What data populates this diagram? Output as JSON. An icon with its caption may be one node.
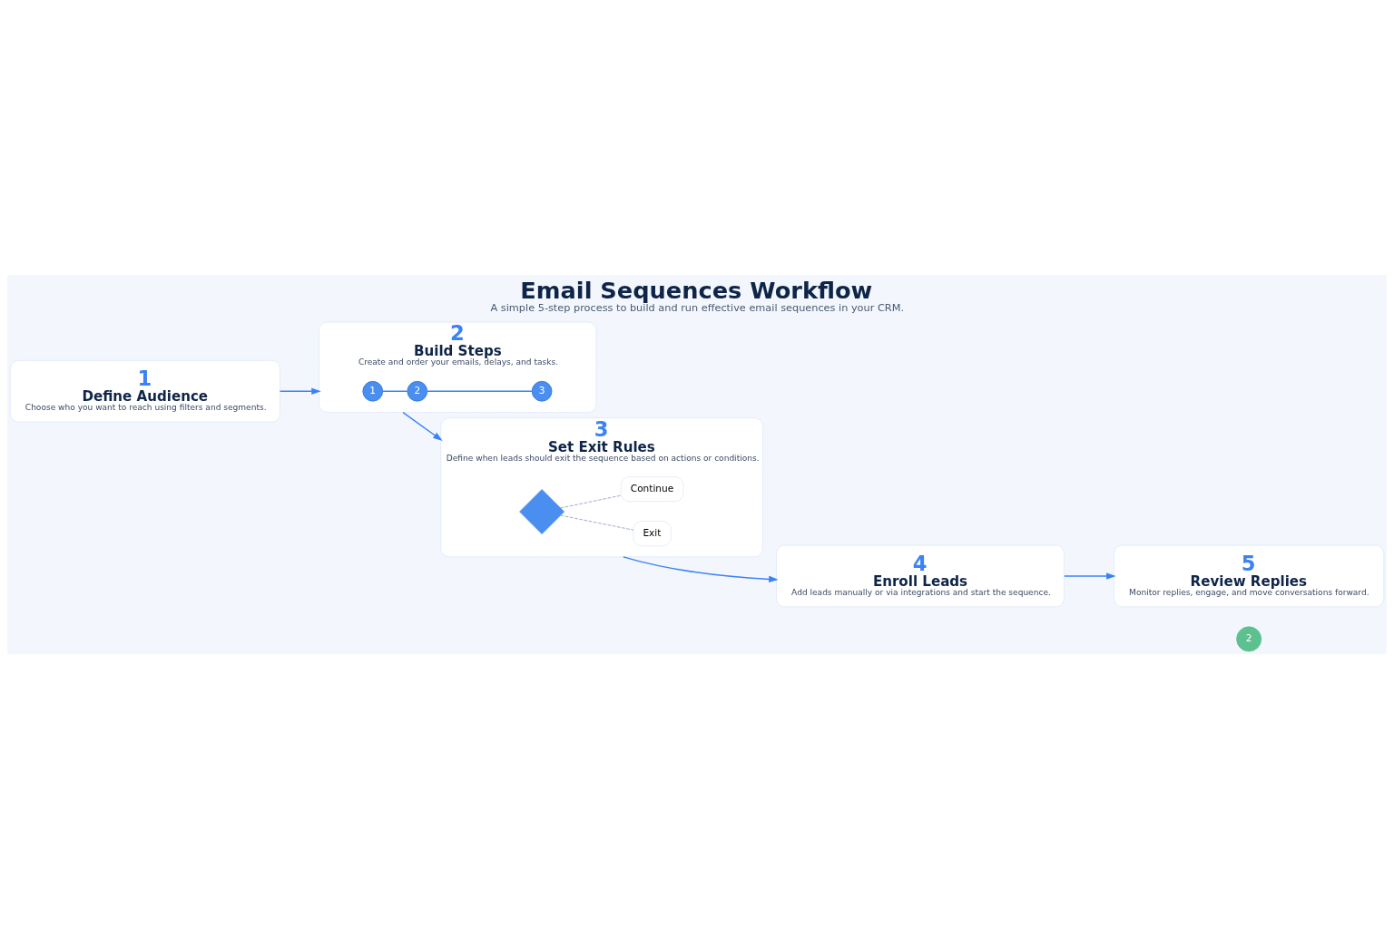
{
  "diagram": {
    "title": "Email Sequences Workflow",
    "caption": "A simple 5-step process to build and run effective email sequences in your CRM.",
    "nodes": [
      {
        "text": [
          "1",
          "Define Audience",
          "Choose who you want to reach using filters and segments."
        ]
      },
      {
        "text": [
          "2",
          "Build Steps",
          "Create and order your emails, delays, and tasks."
        ]
      },
      {
        "text": [
          "1"
        ],
        "in": 1
      },
      {
        "text": [
          "2"
        ],
        "in": 1
      },
      {
        "text": [
          "3"
        ],
        "in": 1
      },
      {
        "text": [
          "3",
          "Set Exit Rules",
          "Define when leads should exit the sequence based on actions or conditions."
        ]
      },
      {
        "text": [],
        "shape": "diamond",
        "in": 5
      },
      {
        "text": [
          "Exit"
        ],
        "in": 5
      },
      {
        "text": [
          "Continue"
        ],
        "in": 5
      },
      {
        "text": [
          "4",
          "Enroll Leads",
          "Add leads manually or via integrations and start the sequence."
        ]
      },
      {
        "text": [
          "5",
          "Review Replies",
          "Monitor replies, engage, and move conversations forward."
        ]
      }
    ],
    "edges": [
      {
        "from": 0,
        "to": 1,
        "arrow": "to"
      },
      {
        "from": 1,
        "to": 5,
        "arrow": "to"
      },
      {
        "from": 5,
        "to": 9,
        "arrow": "to"
      },
      {
        "from": 9,
        "to": 10,
        "arrow": "to"
      },
      {
        "from": 2,
        "to": 3,
        "arrow": "none"
      },
      {
        "from": 3,
        "to": 4,
        "arrow": "none"
      },
      {
        "from": 6,
        "to": 7,
        "arrow": "none",
        "style": "dashed",
        "color": "#7f93b5"
      },
      {
        "from": 6,
        "to": 8,
        "arrow": "none",
        "style": "dashed",
        "color": "#7f93b5"
      }
    ],
    "labels": [
      "2"
    ]
  }
}
